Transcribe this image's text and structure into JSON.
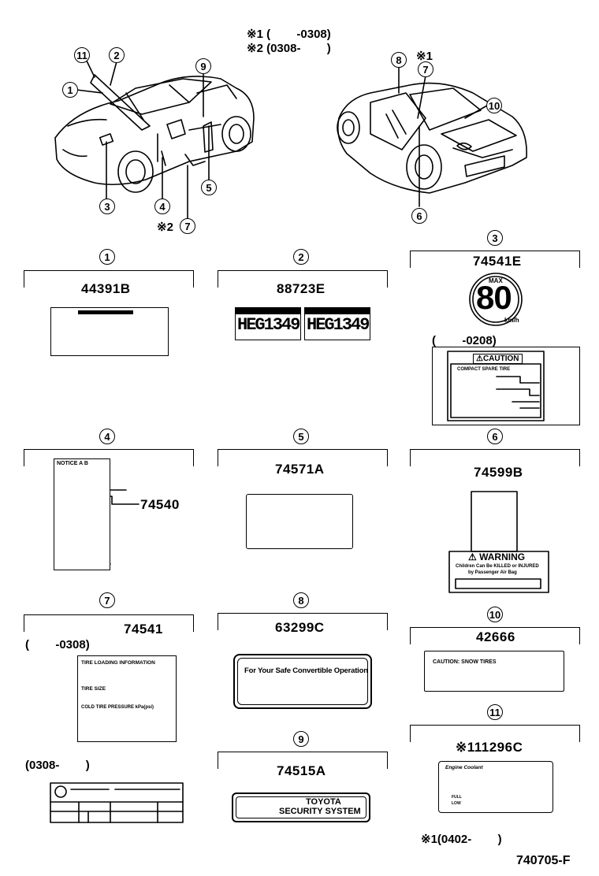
{
  "notes": {
    "top1": "※1 (        -0308)",
    "top2": "※2 (0308-        )",
    "fig_left_star2": "※2",
    "fig_right_star1": "※1",
    "bottom": "※1(0402-        )",
    "drawing_code": "740705-F"
  },
  "callouts": [
    "1",
    "2",
    "3",
    "4",
    "5",
    "6",
    "7",
    "8",
    "9",
    "10",
    "11"
  ],
  "panels": {
    "p1": {
      "num": "1",
      "part": "44391B"
    },
    "p2": {
      "num": "2",
      "part": "88723E",
      "plate_text": "HEG1349"
    },
    "p3": {
      "num": "3",
      "part": "74541E",
      "speed_max": "MAX",
      "speed": "80",
      "speed_unit": "km/h",
      "range": "(        -0208)",
      "caution": "⚠CAUTION",
      "caution_sub": "COMPACT SPARE TIRE"
    },
    "p4": {
      "num": "4",
      "part": "74540",
      "head": "NOTICE A B"
    },
    "p5": {
      "num": "5",
      "part": "74571A"
    },
    "p6": {
      "num": "6",
      "part": "74599B",
      "warning": "⚠ WARNING",
      "warn_l1": "Children Can Be KILLED or INJURED",
      "warn_l2": "by Passenger Air Bag"
    },
    "p7": {
      "num": "7",
      "part": "74541",
      "range_a": "(        -0308)",
      "range_b": "(0308-        )",
      "row1": "TIRE LOADING INFORMATION",
      "row2": "TIRE SIZE",
      "row3": "COLD TIRE PRESSURE kPa(psi)"
    },
    "p8": {
      "num": "8",
      "part": "63299C",
      "text": "For Your Safe Convertible Operation"
    },
    "p9": {
      "num": "9",
      "part": "74515A",
      "line1": "TOYOTA",
      "line2": "SECURITY SYSTEM"
    },
    "p10": {
      "num": "10",
      "part": "42666",
      "text": "CAUTION: SNOW TIRES"
    },
    "p11": {
      "num": "11",
      "part": "※111296C",
      "eng": "Engine Coolant",
      "full": "FULL",
      "low": "LOW"
    }
  }
}
